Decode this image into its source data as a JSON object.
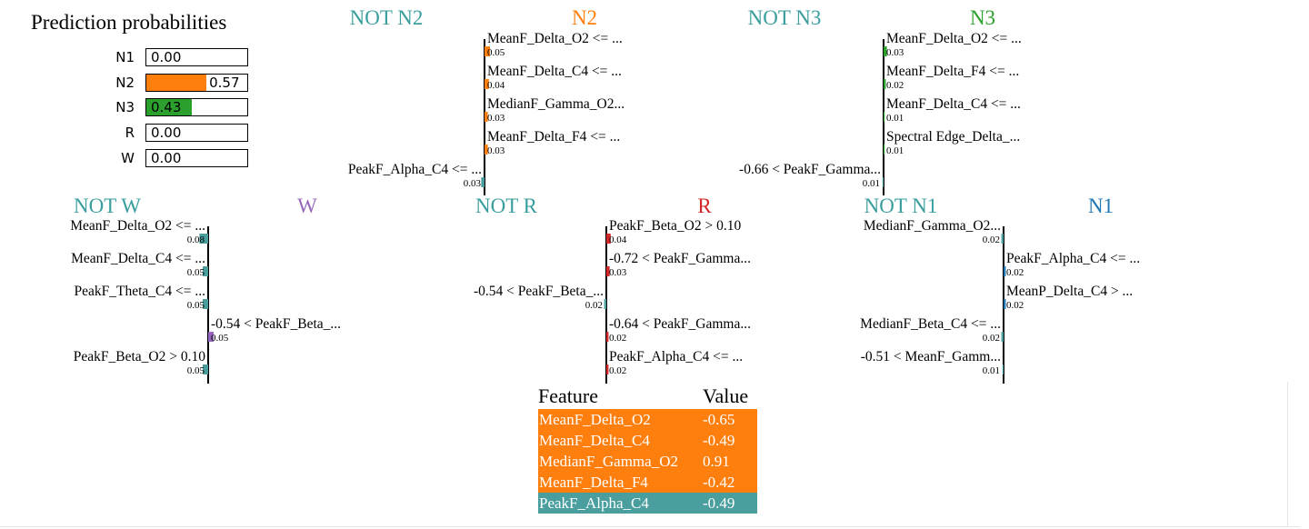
{
  "probabilities": {
    "title": "Prediction probabilities",
    "items": [
      {
        "label": "N1",
        "value": "0.00",
        "fraction": 0.0,
        "color": "#1f77b4"
      },
      {
        "label": "N2",
        "value": "0.57",
        "fraction": 0.57,
        "color": "#ff7f0e"
      },
      {
        "label": "N3",
        "value": "0.43",
        "fraction": 0.43,
        "color": "#2ca02c"
      },
      {
        "label": "R",
        "value": "0.00",
        "fraction": 0.0,
        "color": "#d62728"
      },
      {
        "label": "W",
        "value": "0.00",
        "fraction": 0.0,
        "color": "#9467bd"
      }
    ]
  },
  "colors": {
    "not_color": "#4a9e9e",
    "not_title": "#3a9e9e"
  },
  "chart_data": [
    {
      "type": "bar",
      "class": "N2",
      "not_title": "NOT N2",
      "title": "N2",
      "color": "#ff7f0e",
      "features": [
        {
          "label": "MeanF_Delta_O2 <= ...",
          "weight": 0.05,
          "value_label": "0.05"
        },
        {
          "label": "MeanF_Delta_C4 <= ...",
          "weight": 0.04,
          "value_label": "0.04"
        },
        {
          "label": "MedianF_Gamma_O2...",
          "weight": 0.03,
          "value_label": "0.03"
        },
        {
          "label": "MeanF_Delta_F4 <= ...",
          "weight": 0.03,
          "value_label": "0.03"
        },
        {
          "label": "PeakF_Alpha_C4 <= ...",
          "weight": -0.03,
          "value_label": "0.03"
        }
      ]
    },
    {
      "type": "bar",
      "class": "N3",
      "not_title": "NOT N3",
      "title": "N3",
      "color": "#2ca02c",
      "features": [
        {
          "label": "MeanF_Delta_O2 <= ...",
          "weight": 0.03,
          "value_label": "0.03"
        },
        {
          "label": "MeanF_Delta_F4 <= ...",
          "weight": 0.02,
          "value_label": "0.02"
        },
        {
          "label": "MeanF_Delta_C4 <= ...",
          "weight": 0.01,
          "value_label": "0.01"
        },
        {
          "label": "Spectral Edge_Delta_...",
          "weight": 0.01,
          "value_label": "0.01"
        },
        {
          "label": "-0.66 < PeakF_Gamma...",
          "weight": -0.01,
          "value_label": "0.01"
        }
      ]
    },
    {
      "type": "bar",
      "class": "W",
      "not_title": "NOT W",
      "title": "W",
      "color": "#9467bd",
      "features": [
        {
          "label": "MeanF_Delta_O2 <= ...",
          "weight": -0.08,
          "value_label": "0.08"
        },
        {
          "label": "MeanF_Delta_C4 <= ...",
          "weight": -0.05,
          "value_label": "0.05"
        },
        {
          "label": "PeakF_Theta_C4 <= ...",
          "weight": -0.05,
          "value_label": "0.05"
        },
        {
          "label": "-0.54 < PeakF_Beta_...",
          "weight": 0.05,
          "value_label": "0.05"
        },
        {
          "label": "PeakF_Beta_O2 > 0.10",
          "weight": -0.05,
          "value_label": "0.05"
        }
      ]
    },
    {
      "type": "bar",
      "class": "R",
      "not_title": "NOT R",
      "title": "R",
      "color": "#d62728",
      "features": [
        {
          "label": "PeakF_Beta_O2 > 0.10",
          "weight": 0.04,
          "value_label": "0.04"
        },
        {
          "label": "-0.72 < PeakF_Gamma...",
          "weight": 0.03,
          "value_label": "0.03"
        },
        {
          "label": "-0.54 < PeakF_Beta_...",
          "weight": -0.02,
          "value_label": "0.02"
        },
        {
          "label": "-0.64 < PeakF_Gamma...",
          "weight": 0.02,
          "value_label": "0.02"
        },
        {
          "label": "PeakF_Alpha_C4 <= ...",
          "weight": 0.02,
          "value_label": "0.02"
        }
      ]
    },
    {
      "type": "bar",
      "class": "N1",
      "not_title": "NOT N1",
      "title": "N1",
      "color": "#1f77b4",
      "features": [
        {
          "label": "MedianF_Gamma_O2...",
          "weight": -0.02,
          "value_label": "0.02"
        },
        {
          "label": "PeakF_Alpha_C4 <= ...",
          "weight": 0.02,
          "value_label": "0.02"
        },
        {
          "label": "MeanP_Delta_C4 > ...",
          "weight": 0.02,
          "value_label": "0.02"
        },
        {
          "label": "MedianF_Beta_C4 <= ...",
          "weight": -0.02,
          "value_label": "0.02"
        },
        {
          "label": "-0.51 < MeanF_Gamm...",
          "weight": -0.01,
          "value_label": "0.01"
        }
      ]
    }
  ],
  "feature_table": {
    "headers": [
      "Feature",
      "Value"
    ],
    "rows": [
      {
        "feature": "MeanF_Delta_O2",
        "value": "-0.65",
        "color": "#ff7f0e"
      },
      {
        "feature": "MeanF_Delta_C4",
        "value": "-0.49",
        "color": "#ff7f0e"
      },
      {
        "feature": "MedianF_Gamma_O2",
        "value": "0.91",
        "color": "#ff7f0e"
      },
      {
        "feature": "MeanF_Delta_F4",
        "value": "-0.42",
        "color": "#ff7f0e"
      },
      {
        "feature": "PeakF_Alpha_C4",
        "value": "-0.49",
        "color": "#4a9e9e"
      }
    ]
  }
}
